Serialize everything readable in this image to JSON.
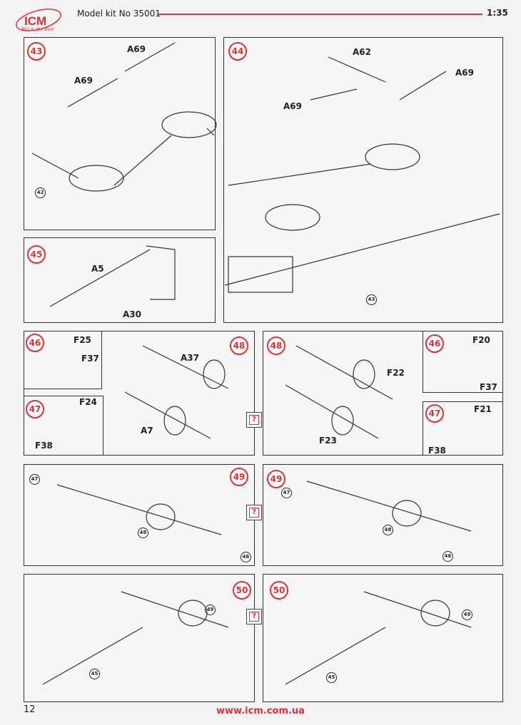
{
  "header": {
    "brand": "ICM",
    "tagline": "Wir in the Best",
    "kit": "Model kit No 35001",
    "scale": "1:35"
  },
  "steps": {
    "s43": {
      "num": "43",
      "labels": [
        "A69",
        "A69"
      ],
      "ref": "42"
    },
    "s44": {
      "num": "44",
      "labels": [
        "A62",
        "A69",
        "A69"
      ],
      "ref": "43"
    },
    "s45": {
      "num": "45",
      "labels": [
        "A5",
        "A30"
      ]
    },
    "s46a": {
      "num": "46",
      "labels": [
        "F25",
        "F37"
      ]
    },
    "s47a": {
      "num": "47",
      "labels": [
        "F24",
        "F38"
      ]
    },
    "s48a": {
      "num": "48",
      "labels": [
        "A37",
        "A7"
      ]
    },
    "s48b": {
      "num": "48",
      "labels": [
        "F22",
        "F23"
      ]
    },
    "s46b": {
      "num": "46",
      "labels": [
        "F20",
        "F37"
      ]
    },
    "s47b": {
      "num": "47",
      "labels": [
        "F21",
        "F38"
      ]
    },
    "s49a": {
      "num": "49",
      "refs": [
        "47",
        "48",
        "46"
      ]
    },
    "s49b": {
      "num": "49",
      "refs": [
        "47",
        "48",
        "46"
      ]
    },
    "s50a": {
      "num": "50",
      "refs": [
        "49",
        "45"
      ]
    },
    "s50b": {
      "num": "50",
      "refs": [
        "49",
        "45"
      ]
    }
  },
  "option_mark": "?",
  "footer": {
    "page": "12",
    "url": "www.icm.com.ua"
  },
  "colors": {
    "accent": "#e03030"
  }
}
